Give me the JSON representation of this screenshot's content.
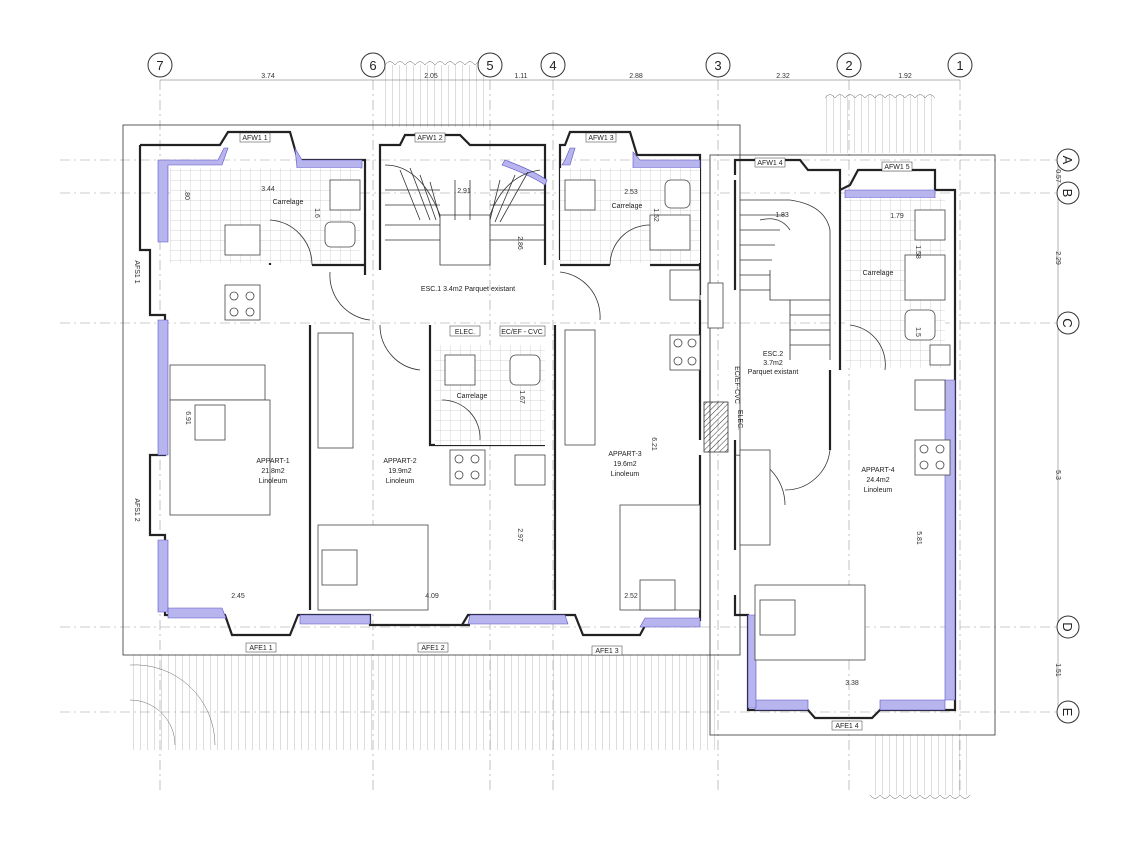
{
  "axes_top": [
    "7",
    "6",
    "5",
    "4",
    "3",
    "2",
    "1"
  ],
  "axes_right": [
    "A",
    "B",
    "C",
    "D",
    "E"
  ],
  "dims_top": [
    "3.74",
    "2.05",
    "1.11",
    "2.88",
    "2.32",
    "1.92"
  ],
  "dims_right": [
    "0.57",
    "2.29",
    "5.3",
    "1.51"
  ],
  "windows": {
    "afw1_1": "AFW1 1",
    "afw1_2": "AFW1 2",
    "afw1_3": "AFW1 3",
    "afw1_4": "AFW1 4",
    "afw1_5": "AFW1 5",
    "afs1_1": "AFS1 1",
    "afs1_2": "AFS1 2",
    "afe1_1": "AFE1 1",
    "afe1_2": "AFE1 2",
    "afe1_3": "AFE1 3",
    "afe1_4": "AFE1 4"
  },
  "rooms": {
    "esc1": "ESC.1 3.4m2   Parquet existant",
    "esc2_name": "ESC.2",
    "esc2_area": "3.7m2",
    "esc2_floor": "Parquet existant",
    "appart1_name": "APPART-1",
    "appart1_area": "21.8m2",
    "appart1_floor": "Linoleum",
    "appart2_name": "APPART-2",
    "appart2_area": "19.9m2",
    "appart2_floor": "Linoleum",
    "appart3_name": "APPART-3",
    "appart3_area": "19.6m2",
    "appart3_floor": "Linoleum",
    "appart4_name": "APPART-4",
    "appart4_area": "24.4m2",
    "appart4_floor": "Linoleum",
    "carrelage": "Carrelage",
    "elec": "ELEC.",
    "ecef": "EC/EF - CVC",
    "ecef_v": "EC/EF-CVC",
    "elec_v": "ELEC."
  },
  "inner_dims": {
    "d344": "3.44",
    "d253": "2.53",
    "d179": "1.79",
    "d291": "2.91",
    "d183": "1.83",
    "d245": "2.45",
    "d409": "4.09",
    "d252": "2.52",
    "d338": "3.38",
    "d08": ".80",
    "d16": "1.6",
    "d286": "2.86",
    "d152": "1.52",
    "d158": "1.58",
    "d15": "1.5",
    "d691": "6.91",
    "d621": "6.21",
    "d297": "2.97",
    "d581": "5.81",
    "d167": "1.67"
  }
}
